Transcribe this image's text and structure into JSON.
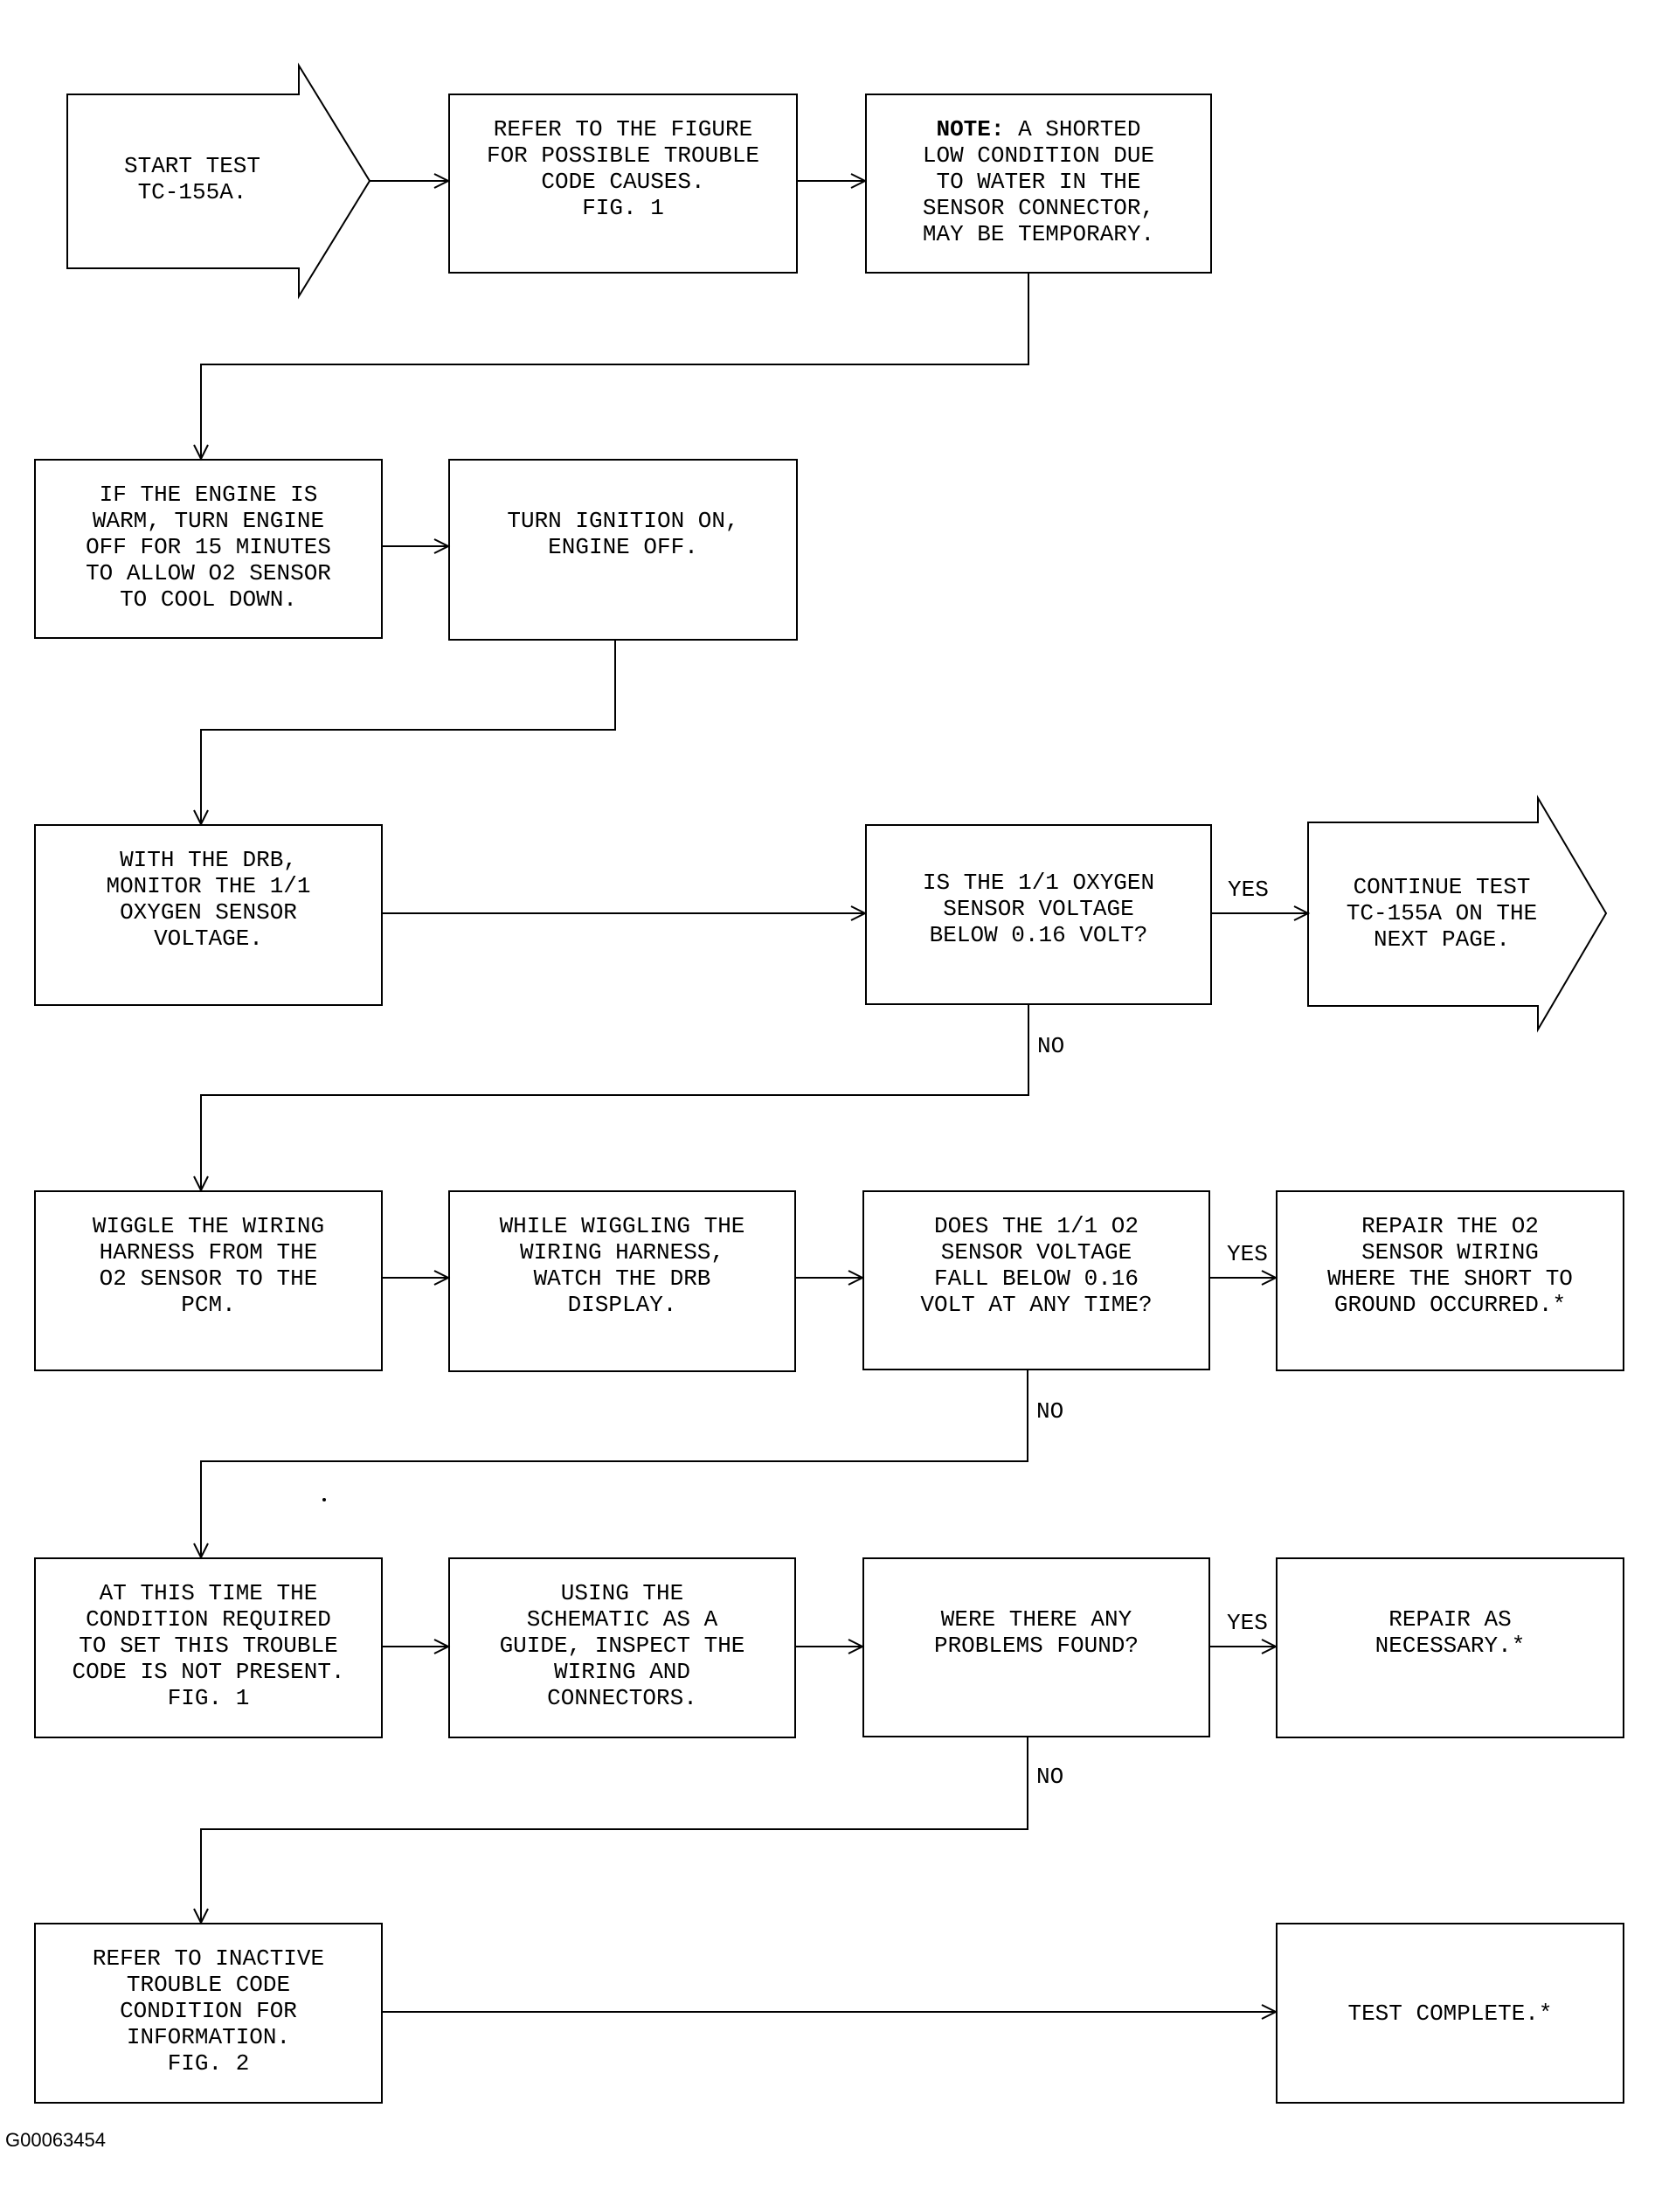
{
  "boxes": {
    "start": [
      "START TEST",
      "TC-155A."
    ],
    "refer_figure": [
      "REFER TO THE FIGURE",
      "FOR POSSIBLE TROUBLE",
      "CODE CAUSES.",
      "",
      "FIG. 1"
    ],
    "note": {
      "bold": "NOTE:",
      "first_rest": " A SHORTED",
      "lines": [
        "LOW CONDITION DUE",
        "TO WATER IN THE",
        "SENSOR CONNECTOR,",
        "MAY BE TEMPORARY."
      ]
    },
    "engine_warm": [
      "IF THE ENGINE IS",
      "WARM, TURN ENGINE",
      "OFF FOR 15 MINUTES",
      "TO ALLOW O2 SENSOR",
      "TO COOL DOWN."
    ],
    "ignition_on": [
      "TURN IGNITION ON,",
      "ENGINE OFF."
    ],
    "monitor_drb": [
      "WITH THE DRB,",
      "MONITOR THE 1/1",
      "OXYGEN SENSOR",
      "VOLTAGE."
    ],
    "below_016": [
      "IS THE 1/1 OXYGEN",
      "SENSOR VOLTAGE",
      "BELOW 0.16 VOLT?"
    ],
    "continue_test": [
      "CONTINUE TEST",
      "TC-155A ON THE",
      "NEXT PAGE."
    ],
    "wiggle": [
      "WIGGLE THE WIRING",
      "HARNESS FROM THE",
      "O2 SENSOR TO THE",
      "PCM."
    ],
    "while_wiggling": [
      "WHILE WIGGLING THE",
      "WIRING HARNESS,",
      "WATCH THE DRB",
      "DISPLAY."
    ],
    "does_fall": [
      "DOES THE 1/1 O2",
      "SENSOR VOLTAGE",
      "FALL BELOW 0.16",
      "VOLT AT ANY TIME?"
    ],
    "repair_wiring": [
      "REPAIR THE O2",
      "SENSOR WIRING",
      "WHERE THE SHORT TO",
      "GROUND OCCURRED.*"
    ],
    "not_present": [
      "AT THIS TIME THE",
      "CONDITION REQUIRED",
      "TO SET THIS TROUBLE",
      "CODE IS NOT PRESENT.",
      "FIG. 1"
    ],
    "using_schematic": [
      "USING THE",
      "SCHEMATIC AS A",
      "GUIDE, INSPECT THE",
      "WIRING AND",
      "CONNECTORS."
    ],
    "problems_found": [
      "WERE THERE ANY",
      "PROBLEMS FOUND?"
    ],
    "repair_necessary": [
      "REPAIR AS",
      "NECESSARY.*"
    ],
    "inactive": [
      "REFER TO INACTIVE",
      "TROUBLE CODE",
      "CONDITION FOR",
      "INFORMATION.",
      "FIG. 2"
    ],
    "test_complete": [
      "TEST COMPLETE.*"
    ]
  },
  "labels": {
    "yes1": "YES",
    "no1": "NO",
    "yes2": "YES",
    "no2": "NO",
    "yes3": "YES",
    "no3": "NO"
  },
  "figure_id": "G00063454"
}
